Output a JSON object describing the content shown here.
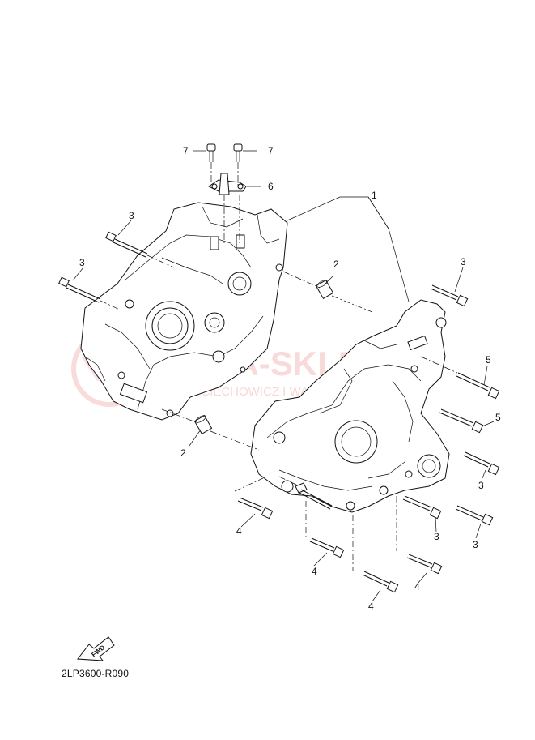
{
  "diagram": {
    "callouts": {
      "c1": "1",
      "c2a": "2",
      "c2b": "2",
      "c3a": "3",
      "c3b": "3",
      "c3c": "3",
      "c3d": "3",
      "c3e": "3",
      "c3f": "3",
      "c4a": "4",
      "c4b": "4",
      "c4c": "4",
      "c4d": "4",
      "c5a": "5",
      "c5b": "5",
      "c6": "6",
      "c7a": "7",
      "c7b": "7"
    },
    "fwd_label": "FWD",
    "reference_code": "2LP3600-R090"
  },
  "watermark": {
    "title": "YAMA-SKLEP.PL",
    "subtitle": "WOJCIECHOWICZ I WALERYSZ YAMAHA",
    "color": "#e03a3a"
  }
}
